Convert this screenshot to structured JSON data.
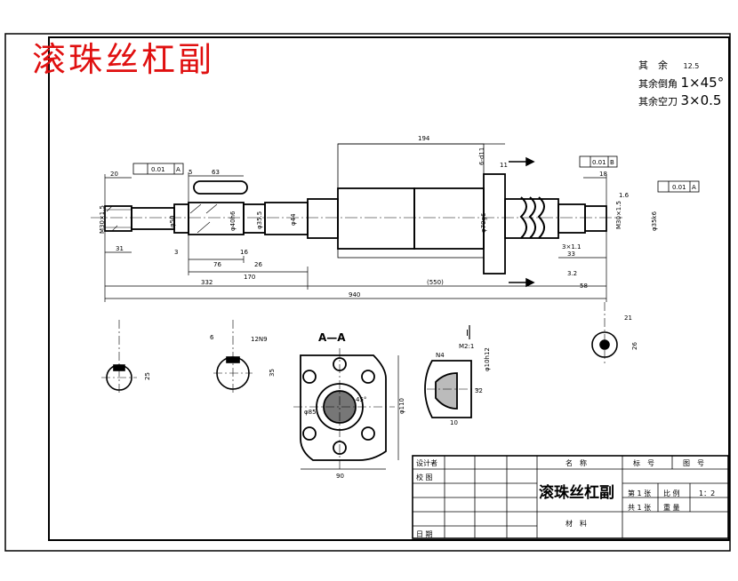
{
  "title": "滚珠丝杠副",
  "notes": {
    "line1_label": "其　余",
    "line1_value": "12.5",
    "line2_label": "其余倒角",
    "line2_value": "1×45°",
    "line3_label": "其余空刀",
    "line3_value": "3×0.5"
  },
  "section": {
    "label": "A—A",
    "detail_label": "I",
    "detail_scale": "M2:1"
  },
  "dims": {
    "d20": "20",
    "d63": "63",
    "d5": "5",
    "d194": "194",
    "d11": "11",
    "d18": "18",
    "d31": "31",
    "d3": "3",
    "d76": "76",
    "d16": "16",
    "d26": "26",
    "d170": "170",
    "d332": "332",
    "d550": "(550)",
    "d58": "58",
    "d33": "33",
    "d940": "940",
    "d3x11": "3×1.1",
    "m30_left": "M30×1.5",
    "m30_right": "M30×1.5",
    "phi50": "φ50",
    "phi40": "φ40h6",
    "phi35": "φ35.5",
    "phi44": "φ44",
    "phi70": "φ70g6",
    "phi35k6": "φ35k6",
    "phi85": "φ85",
    "phi110": "φ110",
    "phi10h12": "φ10h12",
    "d90": "90",
    "d35": "35",
    "d32": "32",
    "d12n9": "12N9",
    "d6": "6",
    "d21": "21",
    "d26b": "26",
    "d25": "25",
    "n4": "N4",
    "d10": "10",
    "d45": "45°",
    "d1_6": "1.6",
    "d3_2": "3.2",
    "d6_d11": "6-d11"
  },
  "tolerance": {
    "left_val": "0.01",
    "left_ref": "A",
    "mid_val": "0.01",
    "mid_ref": "B",
    "right_val": "0.01",
    "right_ref": "A"
  },
  "title_block": {
    "designer": "设计者",
    "check": "校 图",
    "date": "日 期",
    "name_hdr": "名　称",
    "mark_hdr": "标　号",
    "drawing_no": "图　号",
    "part_name": "滚珠丝杠副",
    "sheet": "第 1 张",
    "scale_label": "比 例",
    "scale_value": "1：2",
    "total": "共 1 张",
    "weight": "重 量",
    "material": "材　料"
  },
  "colors": {
    "title_red": "#e01010",
    "line": "#000000"
  }
}
